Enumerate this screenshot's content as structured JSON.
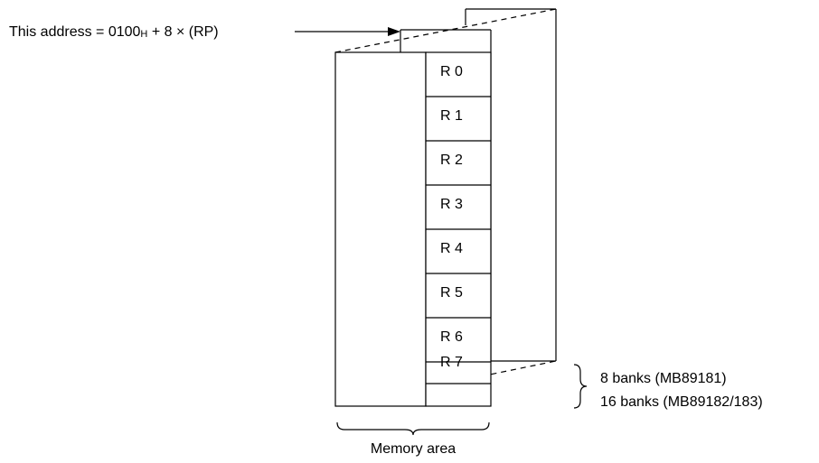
{
  "address_label": {
    "prefix": "This address = 0100",
    "subscript": "H",
    "suffix": " + 8 × (RP)"
  },
  "registers": [
    "R 0",
    "R 1",
    "R 2",
    "R 3",
    "R 4",
    "R 5",
    "R 6",
    "R 7"
  ],
  "banks_label": {
    "line1": "8 banks (MB89181)",
    "line2": "16 banks (MB89182/183)"
  },
  "memory_label": "Memory area"
}
